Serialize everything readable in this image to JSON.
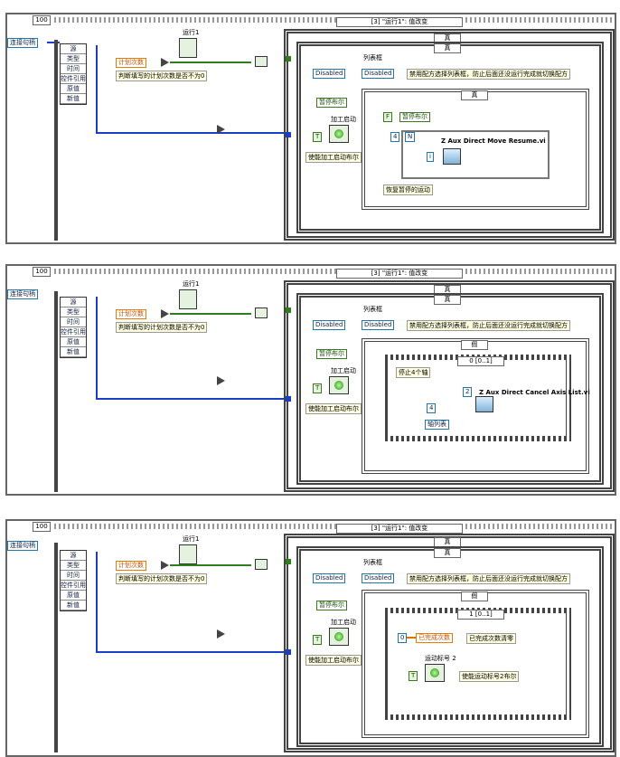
{
  "panels": [
    {
      "num_const": "100",
      "cluster_label": "连接句柄",
      "bundle_items": [
        "源",
        "类型",
        "时间",
        "控件引用",
        "原值",
        "新值"
      ],
      "case_label": "[3] \"运行1\": 值改变",
      "plan_count_ctl": "计划次数",
      "plan_count_note": "判断填写的计划次数是否不为0",
      "run_label": "运行1",
      "true_case": "真",
      "list_label": "列表框",
      "disabled_ctl": "Disabled",
      "disabled_ind": "Disabled",
      "disable_note": "禁用配方选择列表框，防止后面还没运行完成就切换配方",
      "pause_bool": "暂停布尔",
      "start_label": "加工启动",
      "start_note": "使能加工启动布尔"
    },
    {
      "inner_case": "真",
      "false_const": "F",
      "pause_local": "暂停布尔",
      "n_const": "4",
      "loop_n": "N",
      "loop_i": "i",
      "vi_name": "Z Aux Direct Move Resume.vi",
      "resume_note": "恢复暂停的运动"
    },
    {
      "inner_case": "假",
      "seq_label": "0 [0..1]",
      "stop_note": "停止4个轴",
      "const_2": "2",
      "const_4": "4",
      "axis_list": "轴列表",
      "vi_name": "Z Aux Direct Cancel Axis List.vi"
    },
    {
      "inner_case": "假",
      "seq_label": "1 [0..1]",
      "zero_const": "0",
      "done_ctl": "已完成次数",
      "done_note": "已完成次数清零",
      "motion_label": "运动标号 2",
      "motion_note": "使能运动标号2布尔"
    }
  ]
}
